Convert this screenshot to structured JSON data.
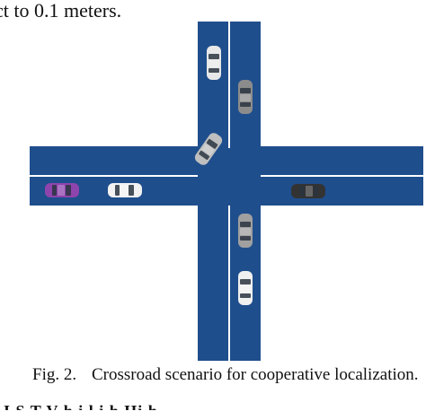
{
  "paper": {
    "preceding_text": "ct to 0.1 meters.",
    "caption": {
      "label": "Fig. 2.",
      "text": "Crossroad scenario for cooperative localization."
    },
    "following_heading_fragment": "I          S          T   V h i l        i h   Hi h"
  },
  "figure": {
    "road_color": "#1f4e8c",
    "lane_line_color": "#ffffff",
    "vehicles": [
      {
        "id": "car-north-upper",
        "color": "#e8e8e8",
        "icon": "car-icon"
      },
      {
        "id": "car-north-right",
        "color": "#8c8c8c",
        "icon": "car-icon"
      },
      {
        "id": "car-turning",
        "color": "#bfbfbf",
        "icon": "car-icon"
      },
      {
        "id": "car-west-purple",
        "color": "#8e44ad",
        "icon": "car-icon"
      },
      {
        "id": "car-west-white",
        "color": "#f2f2f2",
        "icon": "car-icon"
      },
      {
        "id": "car-east-black",
        "color": "#333333",
        "icon": "car-icon"
      },
      {
        "id": "car-south-upper",
        "color": "#a0a0a0",
        "icon": "car-icon"
      },
      {
        "id": "car-south-lower",
        "color": "#f0f0f0",
        "icon": "car-icon"
      }
    ]
  }
}
